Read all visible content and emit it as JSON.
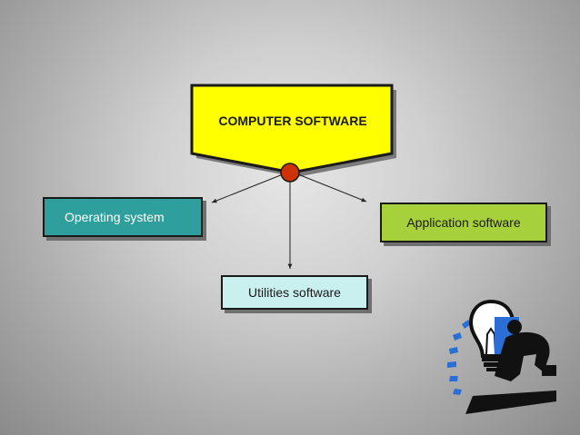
{
  "diagram": {
    "root": {
      "label": "COMPUTER SOFTWARE",
      "fill": "#ffff00"
    },
    "children": [
      {
        "id": "operating-system",
        "label": "Operating system",
        "fill": "#2e9f9d"
      },
      {
        "id": "utilities-software",
        "label": "Utilities software",
        "fill": "#c9efef"
      },
      {
        "id": "application-software",
        "label": "Application software",
        "fill": "#a7d13a"
      }
    ],
    "connector_color": "#cc3300",
    "clipart": "person-pushing-lightbulb-icon"
  }
}
